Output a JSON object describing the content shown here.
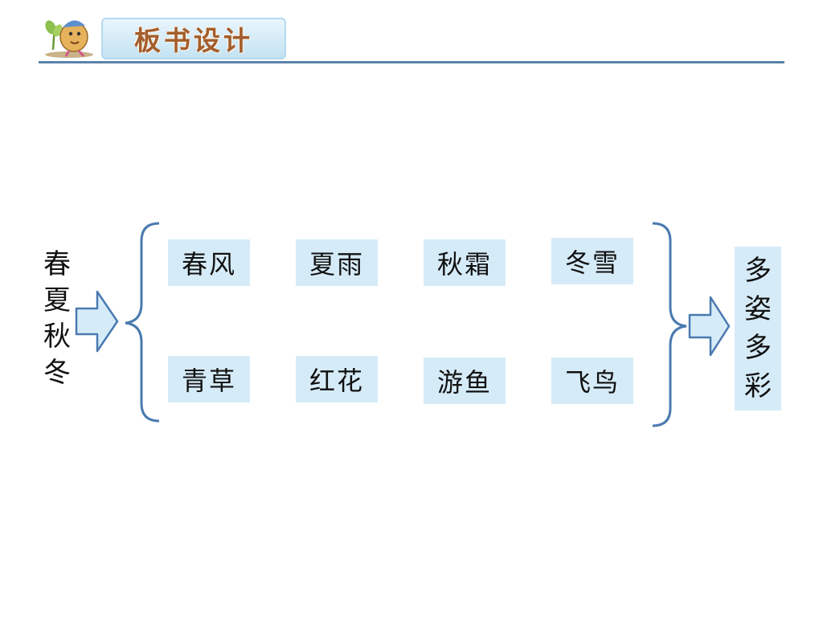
{
  "header": {
    "title": "板书设计"
  },
  "seasons": [
    "春",
    "夏",
    "秋",
    "冬"
  ],
  "grid": {
    "row1": [
      "春风",
      "夏雨",
      "秋霜",
      "冬雪"
    ],
    "row2": [
      "青草",
      "红花",
      "游鱼",
      "飞鸟"
    ]
  },
  "result": [
    "多",
    "姿",
    "多",
    "彩"
  ],
  "colors": {
    "cell_bg": "#d6ebf8",
    "arrow_fill": "#d6ebf8",
    "arrow_stroke": "#4a7ab0",
    "brace": "#4a7ab0",
    "header_line": "#5c82aa",
    "title_text": "#a35d2c"
  },
  "icons": [
    "mascot-icon",
    "arrow-right-icon",
    "left-brace-icon",
    "right-brace-icon"
  ]
}
